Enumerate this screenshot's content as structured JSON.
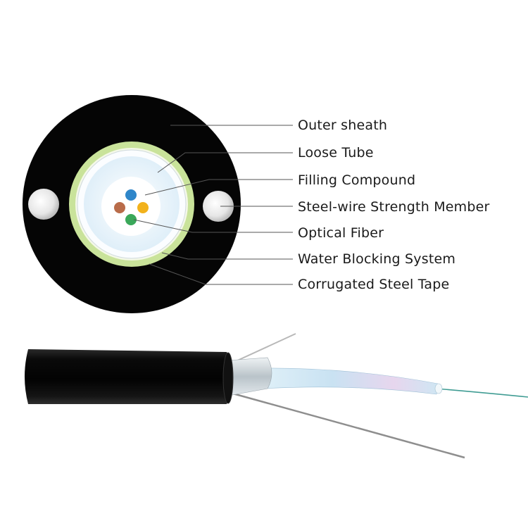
{
  "labels": {
    "outer_sheath": "Outer sheath",
    "loose_tube": "Loose Tube",
    "filling_compound": "Filling Compound",
    "steel_wire_strength_member": "Steel-wire Strength Member",
    "optical_fiber": "Optical Fiber",
    "water_blocking_system": "Water Blocking System",
    "corrugated_steel_tape": "Corrugated Steel Tape"
  },
  "colors": {
    "sheath": "#050505",
    "steel_tape": "#c9e39a",
    "water_blocking": "#f4f8e8",
    "loose_tube": "#f7fbff",
    "filling": "#e6f3fb",
    "strength_member": "#e4e4e4",
    "fiber_blue": "#2f86c9",
    "fiber_brown": "#b96c4a",
    "fiber_orange": "#f2b21c",
    "fiber_green": "#3aa85a",
    "leader": "#555555"
  },
  "fiber_colors": [
    "blue",
    "brown",
    "orange",
    "green"
  ]
}
